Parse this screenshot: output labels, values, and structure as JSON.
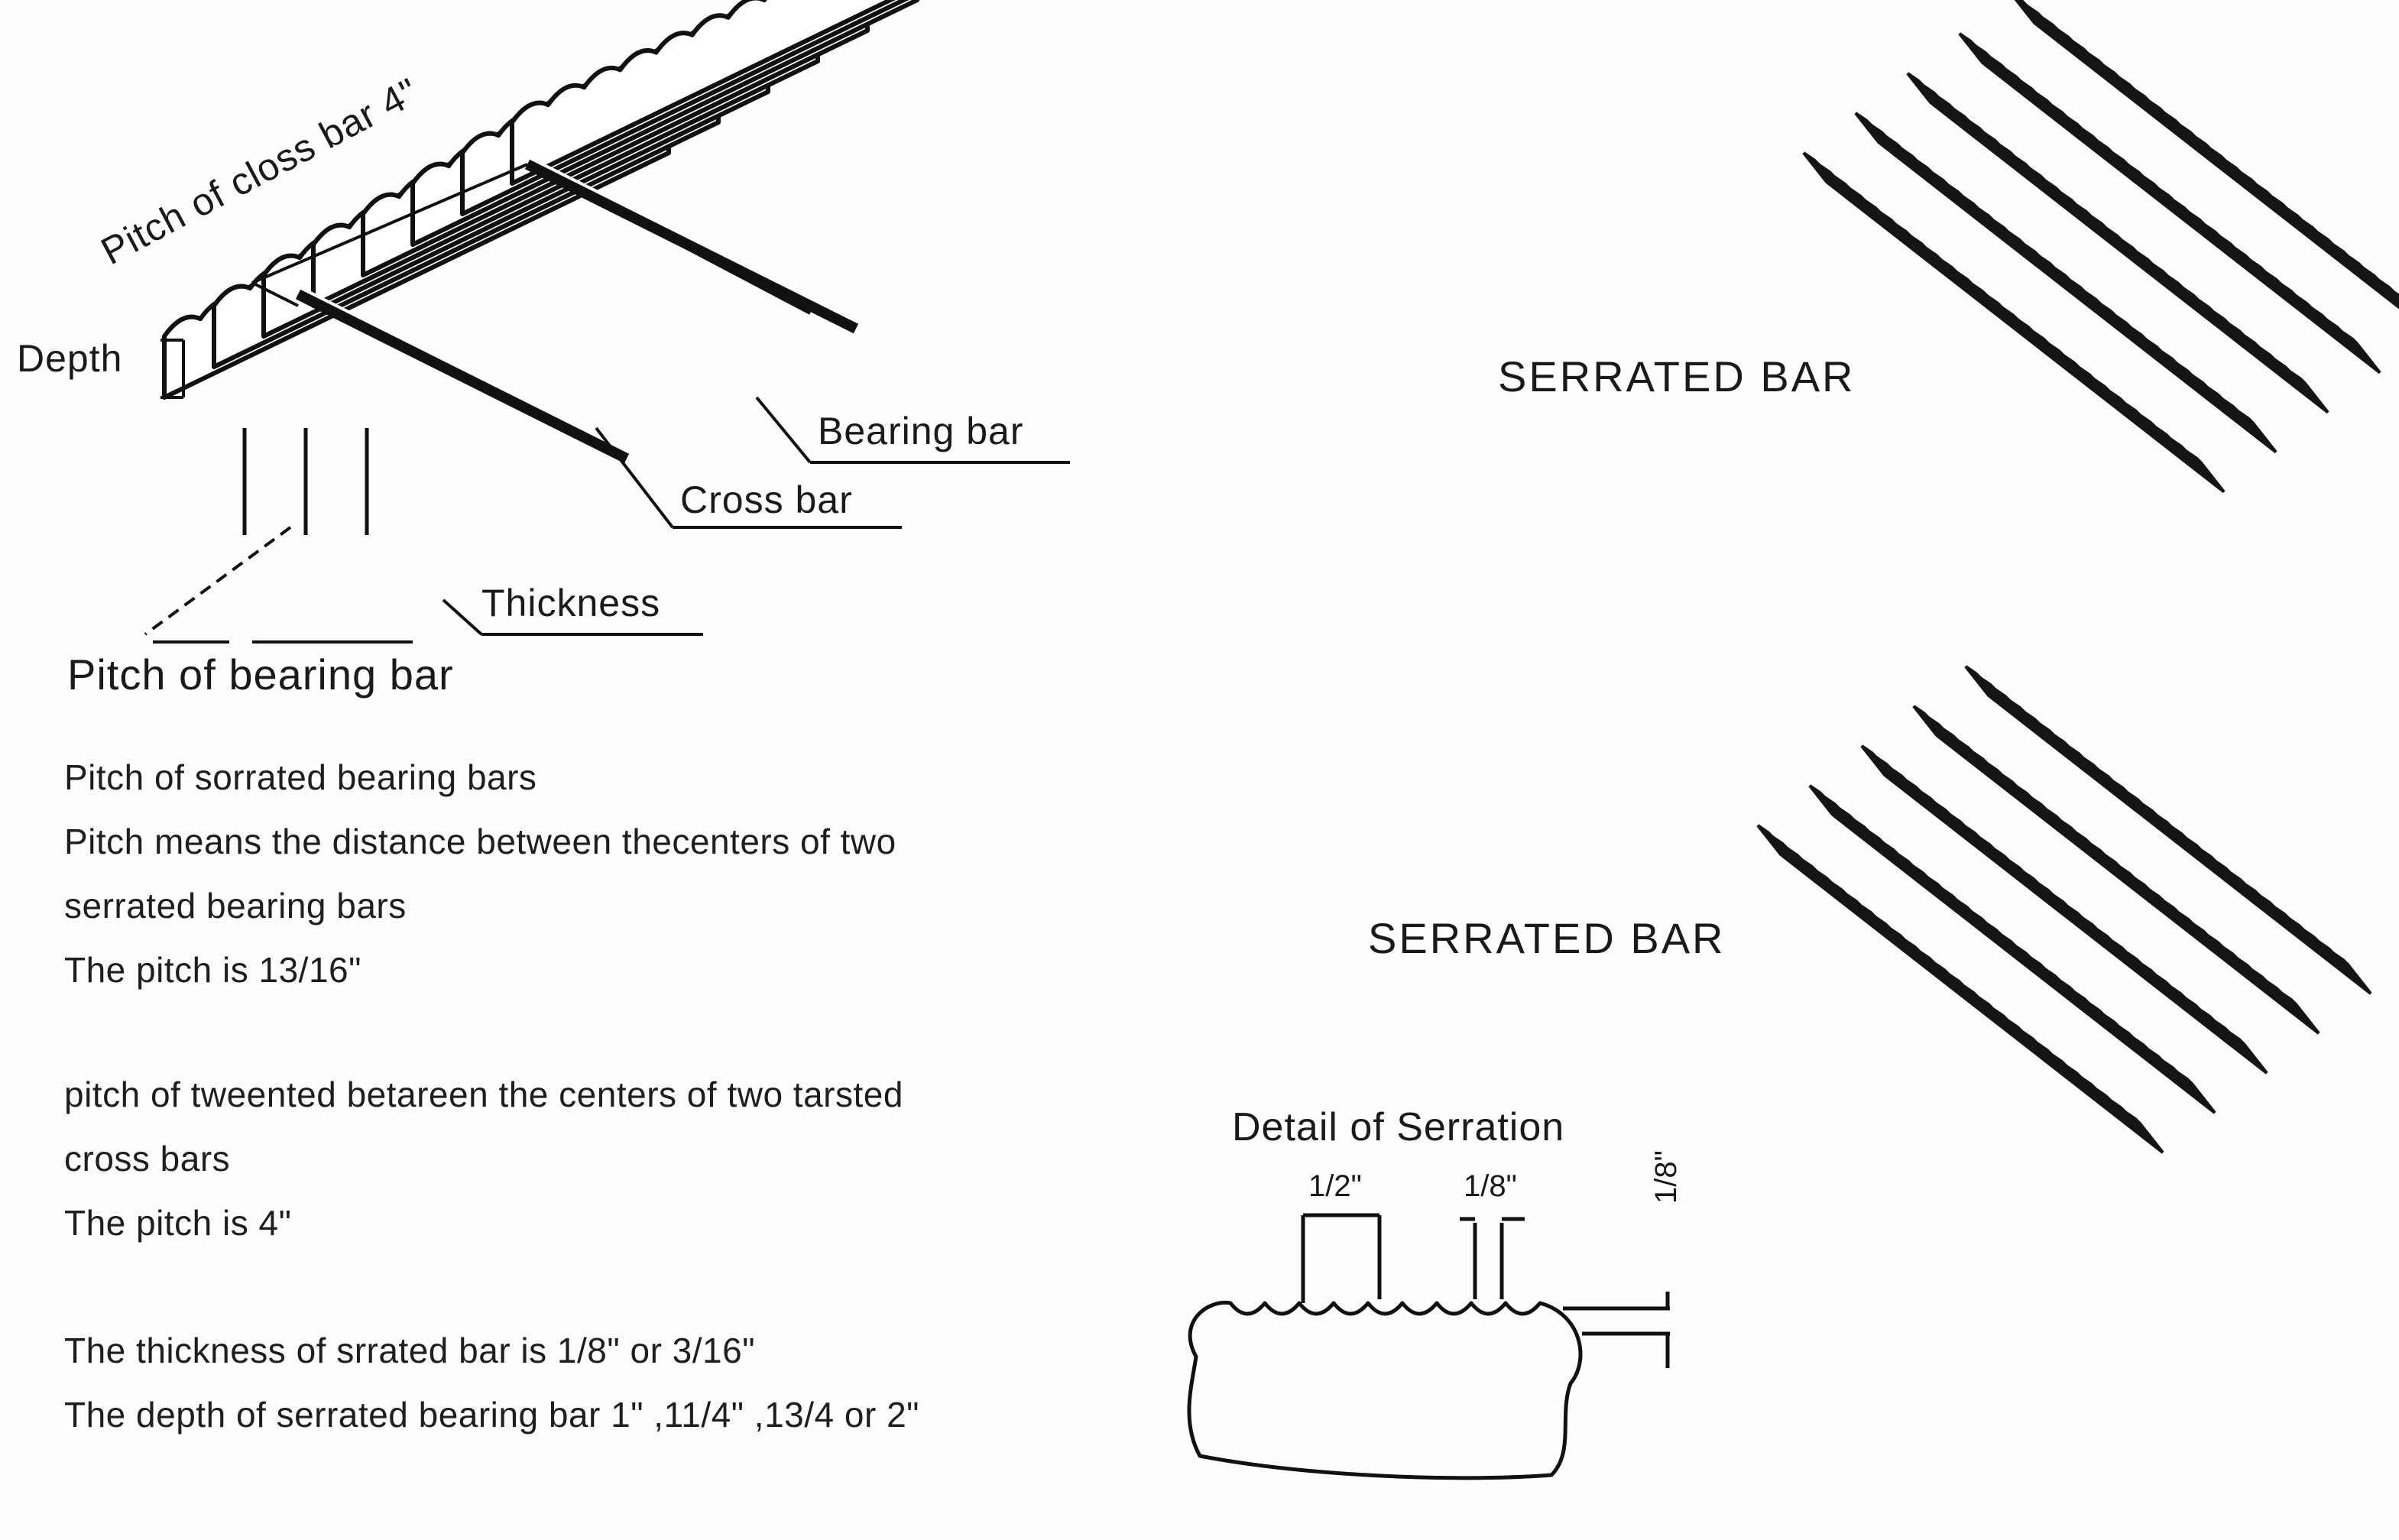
{
  "diagram": {
    "labels": {
      "pitch_cross_bar": "Pitch of closs bar 4\"",
      "depth": "Depth",
      "bearing_bar": "Bearing bar",
      "cross_bar": "Cross bar",
      "thickness": "Thickness",
      "pitch_bearing_bar": "Pitch of bearing bar"
    },
    "serrated_bar_top": "SERRATED BAR",
    "serrated_bar_bottom": "SERRATED BAR",
    "serration_detail": {
      "title": "Detail of Serration",
      "dim_a": "1/2\"",
      "dim_b": "1/8\"",
      "dim_c": "1/8\""
    }
  },
  "description": {
    "block1": [
      "Pitch of sorrated bearing bars",
      "Pitch means the distance between thecenters of two",
      "serrated bearing bars",
      "The pitch is 13/16\""
    ],
    "block2": [
      "pitch of tweented betareen the centers of two tarsted",
      "cross bars",
      "The pitch is 4\""
    ],
    "block3": [
      "The thickness of srrated bar is 1/8\"  or 3/16\"",
      "The depth of serrated bearing bar 1\" ,11/4\" ,13/4 or 2\""
    ]
  }
}
